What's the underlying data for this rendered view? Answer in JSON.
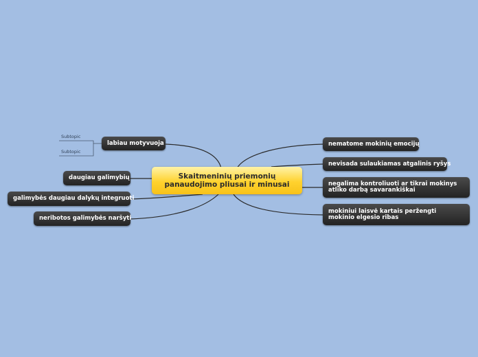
{
  "center": {
    "line1": "Skaitmeninių priemonių",
    "line2": "panaudojimo pliusai ir minusai"
  },
  "left_topics": [
    "labiau motyvuoja",
    "daugiau galimybių",
    "galimybės daugiau dalykų integruoti",
    "neribotos galimybės naršyti"
  ],
  "subtopics": [
    "Subtopic",
    "Subtopic"
  ],
  "right_topics": [
    "nematome mokinių emocijų",
    "nevisada sulaukiamas atgalinis ryšys",
    "negalima kontroliuoti ar tikrai mokinys atliko darbą savarankiškai",
    "mokiniui laisvė kartais peržengti mokinio elgesio ribas"
  ],
  "colors": {
    "background": "#a3bee3",
    "topic_fill": "#2f2f2f",
    "center_fill": "#ffd22e",
    "connector": "#2a2a2a"
  }
}
